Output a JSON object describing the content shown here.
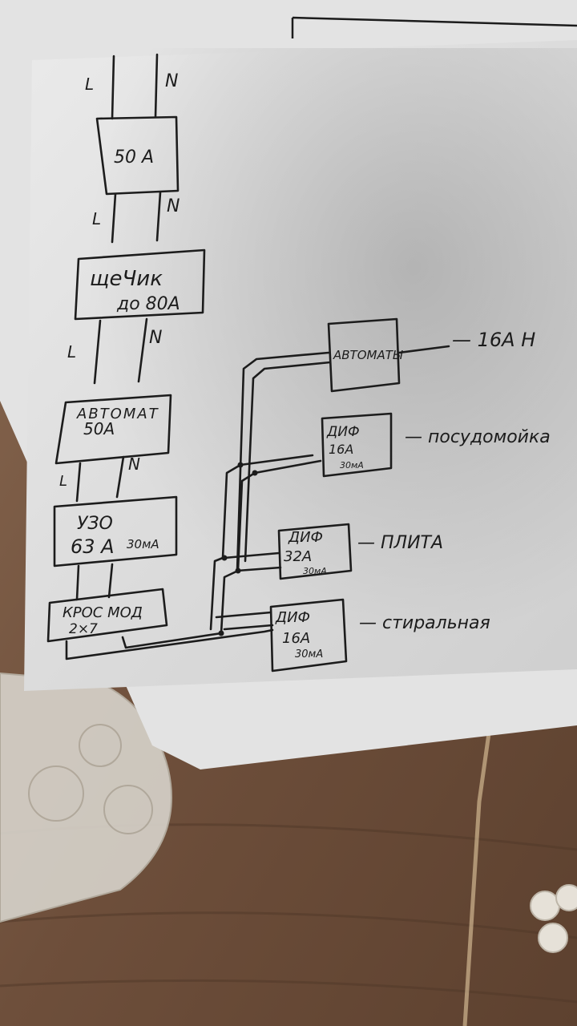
{
  "diagram": {
    "supply": {
      "line_l": "L",
      "line_n": "N"
    },
    "main_breaker": {
      "label": "50 A",
      "out_l": "L",
      "out_n": "N"
    },
    "meter": {
      "line1": "щеЧик",
      "line2": "до 80А",
      "out_l": "L",
      "out_n": "N"
    },
    "automat": {
      "line1": "АВТОМАТ",
      "line2": "50А",
      "out_l": "L",
      "out_n": "N"
    },
    "rcd": {
      "line1": "УЗО",
      "line2": "63 А",
      "line2b": "30мА"
    },
    "cross_module": {
      "line1": "КРОС МОД",
      "line2": "2×7"
    },
    "branches": [
      {
        "box": [
          "АВТОМАТЫ"
        ],
        "desc": "— 16А  Н"
      },
      {
        "box": [
          "ДИФ",
          "16А",
          "30мА"
        ],
        "desc": "— посудомойка"
      },
      {
        "box": [
          "ДИФ",
          "32А",
          "30мА"
        ],
        "desc": "— ПЛИТА"
      },
      {
        "box": [
          "ДИФ",
          "16А",
          "30мА"
        ],
        "desc": "— стиральная"
      }
    ]
  },
  "colors": {
    "table": "#7a5a44",
    "paper": "#eeeeee",
    "paper_shadow": "#c9c9c9",
    "ink": "#1c1c1c",
    "lace": "#d8d4cc"
  }
}
